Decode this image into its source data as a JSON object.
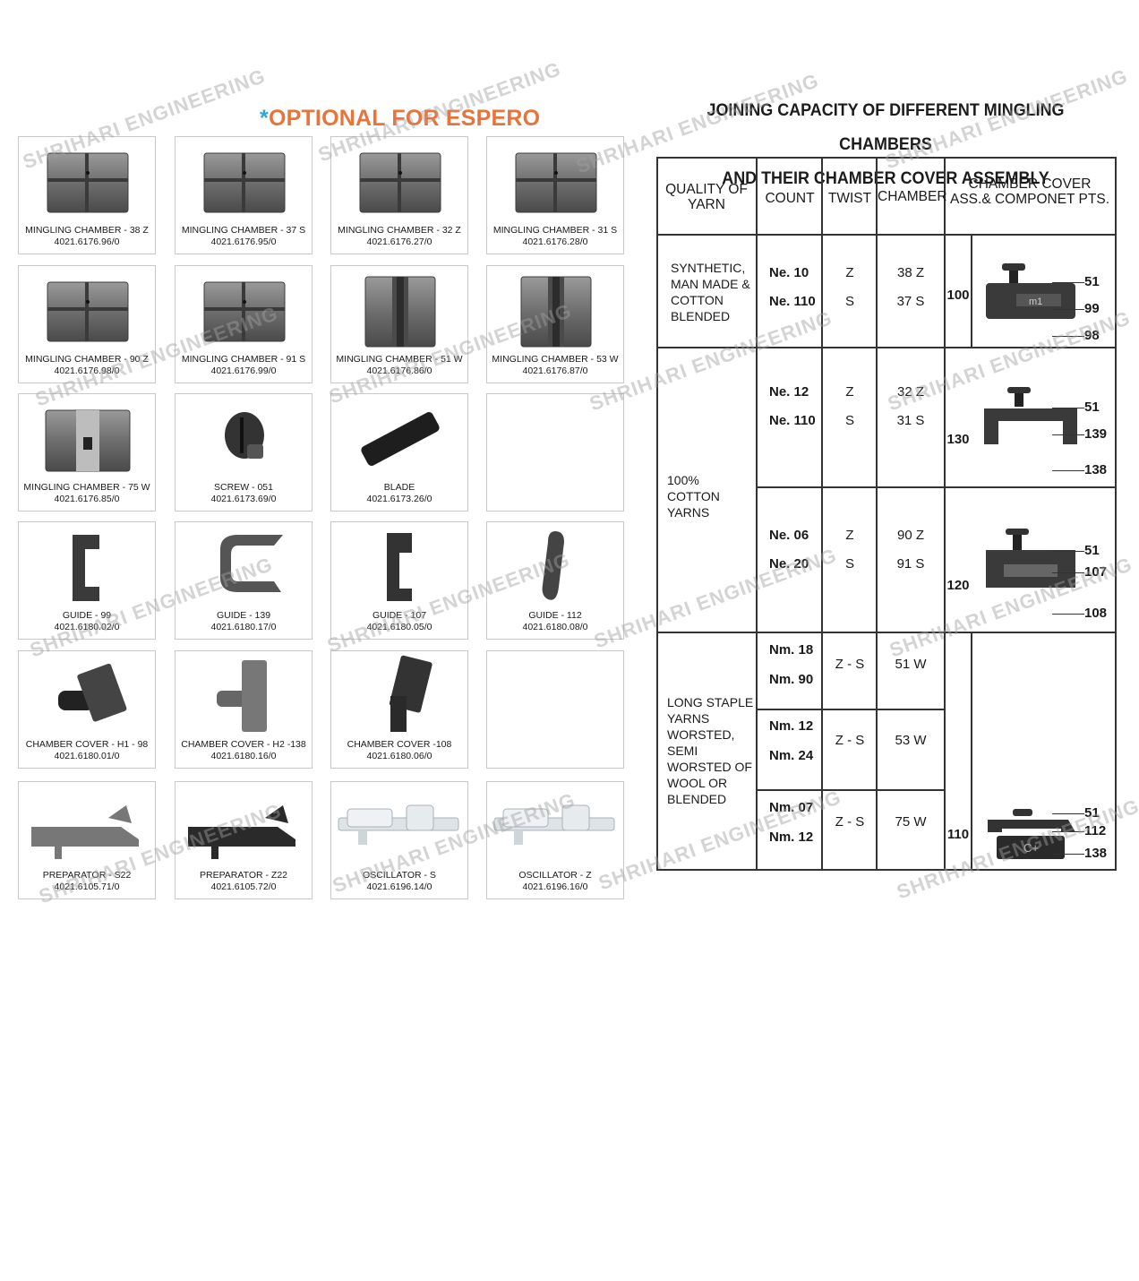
{
  "watermark_text": "SHRIHARI ENGINEERING",
  "optional_title": {
    "star": "*",
    "text": "OPTIONAL FOR ESPERO"
  },
  "parts": [
    {
      "name": "MINGLING CHAMBER - 38 Z",
      "code": "4021.6176.96/0"
    },
    {
      "name": "MINGLING CHAMBER - 37 S",
      "code": "4021.6176.95/0"
    },
    {
      "name": "MINGLING CHAMBER - 32 Z",
      "code": "4021.6176.27/0"
    },
    {
      "name": "MINGLING CHAMBER -  31 S",
      "code": "4021.6176.28/0"
    },
    {
      "name": "MINGLING CHAMBER - 90 Z",
      "code": "4021.6176.98/0"
    },
    {
      "name": "MINGLING CHAMBER - 91 S",
      "code": "4021.6176.99/0"
    },
    {
      "name": "MINGLING CHAMBER - 51 W",
      "code": "4021.6176.86/0"
    },
    {
      "name": "MINGLING CHAMBER - 53 W",
      "code": "4021.6176.87/0"
    },
    {
      "name": "MINGLING CHAMBER - 75 W",
      "code": "4021.6176.85/0"
    },
    {
      "name": "SCREW - 051",
      "code": "4021.6173.69/0"
    },
    {
      "name": "BLADE",
      "code": "4021.6173.26/0"
    },
    {
      "name": "",
      "code": ""
    },
    {
      "name": "GUIDE - 99",
      "code": "4021.6180.02/0"
    },
    {
      "name": "GUIDE - 139",
      "code": "4021.6180.17/0"
    },
    {
      "name": "GUIDE - 107",
      "code": "4021.6180.05/0"
    },
    {
      "name": "GUIDE - 112",
      "code": "4021.6180.08/0"
    },
    {
      "name": "CHAMBER COVER - H1 - 98",
      "code": "4021.6180.01/0"
    },
    {
      "name": "CHAMBER COVER - H2 -138",
      "code": "4021.6180.16/0"
    },
    {
      "name": "CHAMBER COVER -108",
      "code": "4021.6180.06/0"
    },
    {
      "name": "",
      "code": ""
    },
    {
      "name": "PREPARATOR - S22",
      "code": "4021.6105.71/0"
    },
    {
      "name": "PREPARATOR - Z22",
      "code": "4021.6105.72/0"
    },
    {
      "name": "OSCILLATOR - S",
      "code": "4021.6196.14/0"
    },
    {
      "name": "OSCILLATOR - Z",
      "code": "4021.6196.16/0"
    }
  ],
  "table_title": {
    "line1": "JOINING CAPACITY OF DIFFERENT MINGLING CHAMBERS",
    "line2": "AND THEIR CHAMBER COVER ASSEMBLY"
  },
  "table": {
    "headers": {
      "quality": "QUALITY OF YARN",
      "count": "COUNT",
      "twist": "TWIST",
      "chamber": "CHAMBER",
      "cover": "CHAMBER COVER ASS.& COMPONET PTS."
    },
    "quality_groups": [
      "SYNTHETIC, MAN MADE & COTTON BLENDED",
      "100% COTTON YARNS",
      "LONG STAPLE YARNS WORSTED, SEMI WORSTED OF WOOL OR BLENDED"
    ],
    "rows": [
      {
        "count": [
          "Ne. 10",
          "Ne. 110"
        ],
        "twist": [
          "Z",
          "S"
        ],
        "chamber": [
          "38 Z",
          "37 S"
        ]
      },
      {
        "count": [
          "Ne. 12",
          "Ne. 110"
        ],
        "twist": [
          "Z",
          "S"
        ],
        "chamber": [
          "32 Z",
          "31 S"
        ]
      },
      {
        "count": [
          "Ne. 06",
          "Ne. 20"
        ],
        "twist": [
          "Z",
          "S"
        ],
        "chamber": [
          "90 Z",
          "91 S"
        ]
      },
      {
        "count": [
          "Nm. 18",
          "Nm. 90"
        ],
        "twist": [
          "Z - S"
        ],
        "chamber": [
          "51 W"
        ]
      },
      {
        "count": [
          "Nm. 12",
          "Nm. 24"
        ],
        "twist": [
          "Z - S"
        ],
        "chamber": [
          "53 W"
        ]
      },
      {
        "count": [
          "Nm. 07",
          "Nm. 12"
        ],
        "twist": [
          "Z - S"
        ],
        "chamber": [
          "75 W"
        ]
      }
    ],
    "assemblies": [
      {
        "number": "100",
        "callouts": [
          "51",
          "99",
          "98"
        ],
        "mark": "m1"
      },
      {
        "number": "130",
        "callouts": [
          "51",
          "139",
          "138"
        ],
        "mark": ""
      },
      {
        "number": "120",
        "callouts": [
          "51",
          "107",
          "108"
        ],
        "mark": ""
      },
      {
        "number": "110",
        "callouts": [
          "51",
          "112",
          "138"
        ],
        "mark": "C+"
      }
    ]
  }
}
